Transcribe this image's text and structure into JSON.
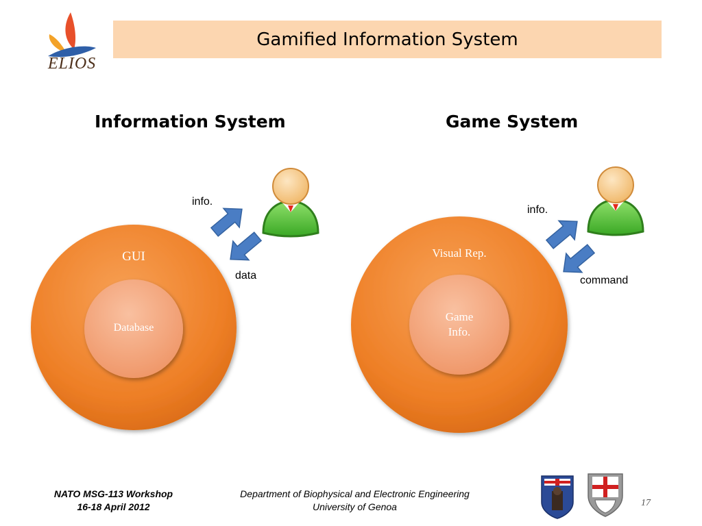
{
  "logo": {
    "text": "ELIOS"
  },
  "title": "Gamified Information System",
  "left": {
    "heading": "Information System",
    "outer_label": "GUI",
    "inner_label": "Database",
    "arrow_up_label": "info.",
    "arrow_down_label": "data"
  },
  "right": {
    "heading": "Game System",
    "outer_label": "Visual Rep.",
    "inner_label_line1": "Game",
    "inner_label_line2": "Info.",
    "arrow_up_label": "info.",
    "arrow_down_label": "command"
  },
  "footer": {
    "workshop": "NATO MSG-113 Workshop",
    "dates": "16-18 April 2012",
    "department": "Department of Biophysical and Electronic Engineering",
    "university": "University of Genoa",
    "page": "17"
  },
  "colors": {
    "title_bar": "#fcd6b0",
    "outer_circle": "#f0822a",
    "inner_circle": "#f4a87c",
    "arrow": "#4a7dc4",
    "user_body": "#5cc43a",
    "user_head": "#f7c98a"
  },
  "icons": [
    "user-icon",
    "arrow-icon",
    "logo-icon",
    "crest-icon"
  ]
}
